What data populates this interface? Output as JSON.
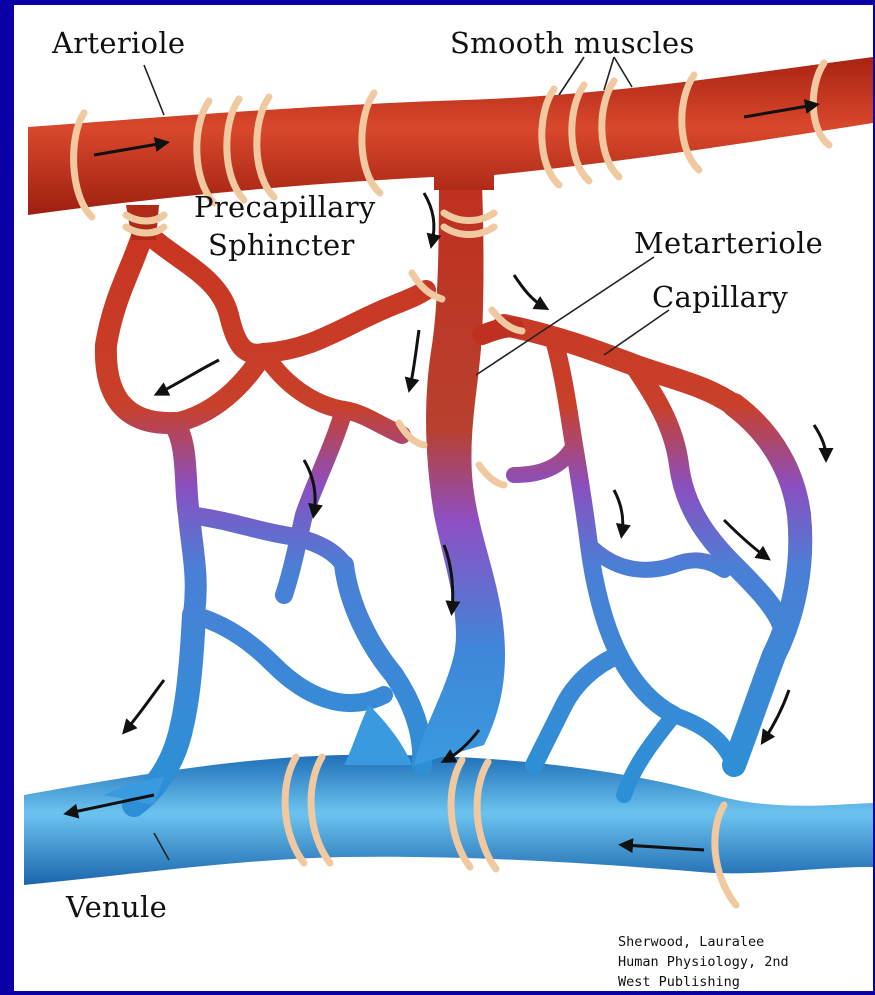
{
  "labels": {
    "arteriole": "Arteriole",
    "smooth_muscles": "Smooth muscles",
    "precapillary_line1": "Precapillary",
    "precapillary_line2": "Sphincter",
    "metarteriole": "Metarteriole",
    "capillary": "Capillary",
    "venule": "Venule"
  },
  "credit": {
    "line1": "Sherwood, Lauralee",
    "line2": "Human Physiology, 2nd",
    "line3": "West Publishing"
  },
  "colors": {
    "background_border": "#0a00a6",
    "arterial_red": "#c8321f",
    "mixed_purple": "#8a4fc0",
    "venous_blue": "#2f8fd6",
    "smooth_muscle_tan": "#f0c9a0"
  }
}
